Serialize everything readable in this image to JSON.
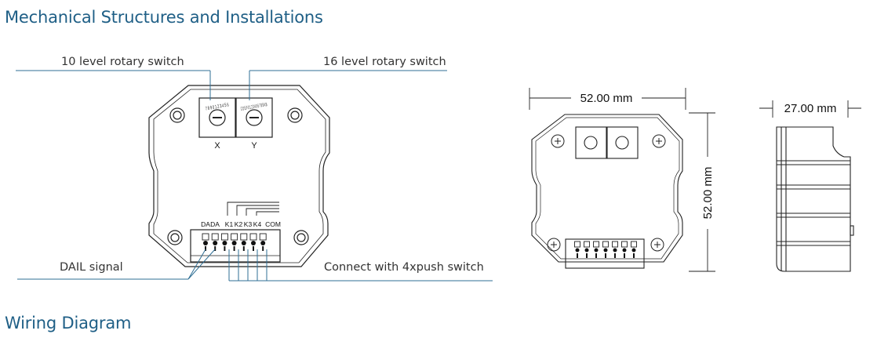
{
  "headings": {
    "mechanical": "Mechanical Structures and Installations",
    "wiring": "Wiring Diagram"
  },
  "callouts": {
    "rotary10": "10 level rotary switch",
    "rotary16": "16 level rotary switch",
    "dali": "DAIL signal",
    "push": "Connect with 4xpush switch"
  },
  "switches": {
    "x_label": "X",
    "y_label": "Y",
    "x_digits": "7 8 9 0 1 2 3 4 5 6",
    "y_digits": "C D E F 0 1 2 3 4 5 6 7 8 9 A B"
  },
  "terminals": [
    "DA",
    "DA",
    "K1",
    "K2",
    "K3",
    "K4",
    "COM"
  ],
  "dimensions": {
    "width": "52.00 mm",
    "height": "52.00 mm",
    "depth": "27.00 mm"
  },
  "colors": {
    "heading": "#1f5f86",
    "leader": "#2f6f95",
    "line": "#222222"
  }
}
